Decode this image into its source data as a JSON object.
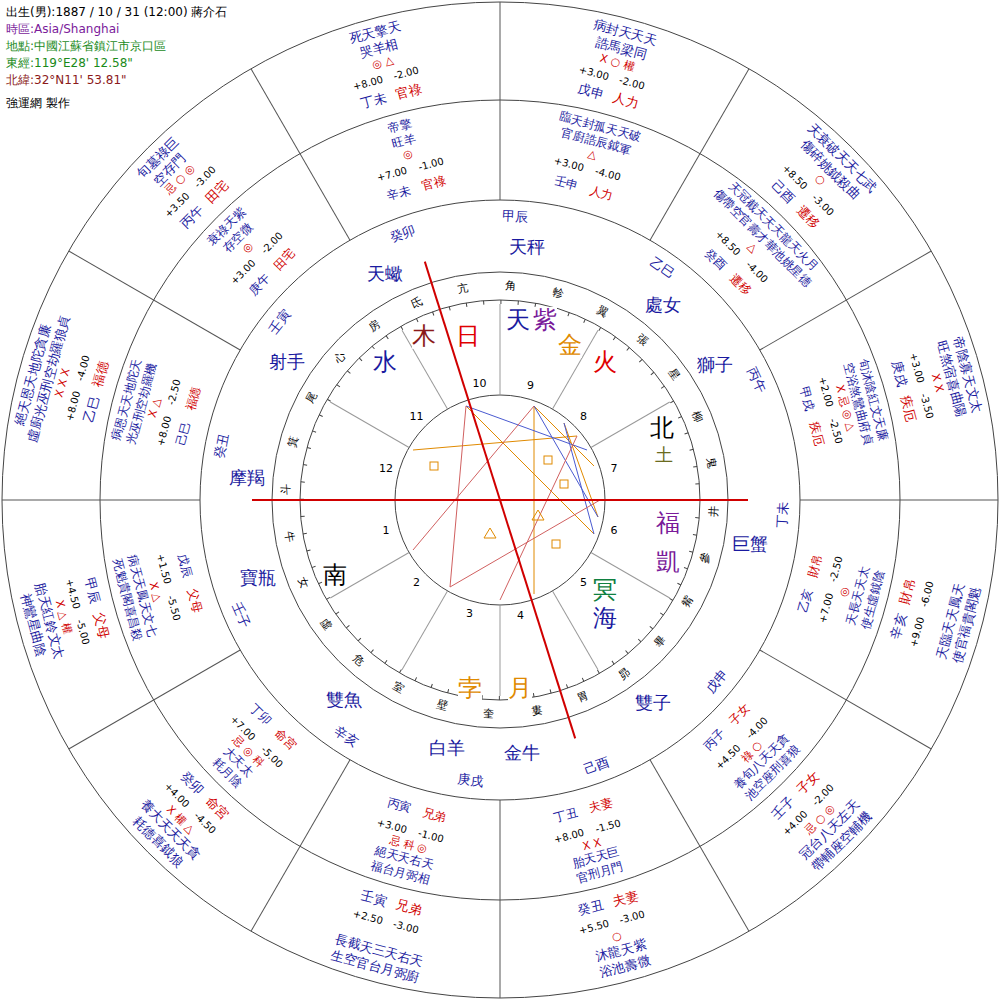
{
  "diagram": {
    "labels": [
      "出生(男):1887 / 10 / 31 (12:00) 蔣介石",
      "時區:Asia/Shanghai",
      "地點:中國江蘇省鎮江市京口區",
      "東經:119°E28' 12.58\"",
      "北緯:32°N11' 53.81\"",
      "強運網 製作",
      "死天擎天",
      "哭羊相",
      "◎ △",
      "+8.00",
      "-2.00",
      "丁未",
      "官祿",
      "病封天天天",
      "誥馬梁同",
      "X ○ 權",
      "+3.00",
      "-2.00",
      "戊申",
      "人力",
      "天衰破天天七武",
      "傷碎姚鉞殺曲",
      "○",
      "+8.50",
      "-3.00",
      "己酉",
      "遷移",
      "帝陰寡天文太",
      "旺煞宿喜曲陽",
      "X X",
      "+3.00",
      "-3.50",
      "庚戌",
      "疾厄",
      "天臨天天鳳天",
      "使官福貴閣魁",
      "+9.00",
      "-6.00",
      "辛亥",
      "財帛",
      "冠台八天左天",
      "帶輔座空輔機",
      "忌 ○ ◎",
      "+4.00",
      "-2.00",
      "壬子",
      "子女",
      "沐龍天紫",
      "浴池壽微",
      "○",
      "+5.50",
      "-3.00",
      "癸丑",
      "夫妻",
      "長截天三天右天",
      "生空官台月弼廚",
      "+2.50",
      "-3.00",
      "壬寅",
      "兄弟",
      "養大天天天貪",
      "耗德喜鉞狼",
      "X 權 △",
      "+4.00",
      "-4.50",
      "癸卯",
      "命宮",
      "胎天紅鈴文太",
      "神鸞星曲陰",
      "X △ 權",
      "+4.50",
      "-5.00",
      "甲辰",
      "父母",
      "絕天恩天地陀貪廉",
      "虛廚光巫刑空劫羅狼貞",
      "X X X",
      "+8.00",
      "-4.00",
      "乙巳",
      "福德",
      "旬墓祿巨",
      "空存門",
      "忌 ○ ◎",
      "+3.50",
      "-3.00",
      "丙午",
      "田宅",
      "帝擎",
      "旺羊",
      "◎",
      "+7.00",
      "-1.00",
      "辛未",
      "官祿",
      "臨天封孤天天破",
      "官廚誥辰鉞軍",
      "△",
      "+3.00",
      "-4.00",
      "壬申",
      "人力",
      "天冠截天天天龍天火月",
      "傷帶空官壽才華池姚星德",
      "△",
      "+8.50",
      "-4.00",
      "癸酉",
      "遷移",
      "旬沐陰紅文天廉",
      "空浴煞鸞曲府貞",
      "X 忌 ◎ △",
      "+2.00",
      "-2.50",
      "甲戌",
      "疾厄",
      "天長天天太",
      "使生虛鉞陰",
      "◎",
      "+7.00",
      "-2.50",
      "乙亥",
      "財帛",
      "養旬八天天貪",
      "池空座刑喜狼",
      "祿 ○",
      "+4.50",
      "-4.00",
      "丙子",
      "子女",
      "胎天天巨",
      "官刑月門",
      "X X",
      "+8.00",
      "-1.50",
      "丁丑",
      "夫妻",
      "絕天天右天",
      "福台月弼相",
      "忌 科 ◎",
      "+3.00",
      "-1.00",
      "丙寅",
      "兄弟",
      "大天太",
      "耗月陰",
      "忌 ◎ 科",
      "+7.00",
      "-5.00",
      "丁卯",
      "命宮",
      "病天天鳳天文七",
      "死魁貴閣喜昌殺",
      "X △",
      "+1.50",
      "-5.50",
      "戊辰",
      "父母",
      "病恩天天地陀天",
      "光巫刑空劫羅機",
      "X △",
      "+8.00",
      "-2.50",
      "己巳",
      "福德",
      "衰祿天紫",
      "存空微",
      "◎",
      "+3.00",
      "-2.00",
      "庚午",
      "田宅",
      "天蠍",
      "天秤",
      "處女",
      "獅子",
      "巨蟹",
      "雙子",
      "金牛",
      "白羊",
      "雙魚",
      "寶瓶",
      "摩羯",
      "射手",
      "癸卯",
      "甲辰",
      "乙巳",
      "丙午",
      "丁未",
      "戊申",
      "己酉",
      "庚戌",
      "辛亥",
      "壬子",
      "癸丑",
      "壬寅",
      "亢",
      "角",
      "軫",
      "翼",
      "張",
      "星",
      "柳",
      "鬼",
      "井",
      "參",
      "觜",
      "畢",
      "昴",
      "胃",
      "婁",
      "奎",
      "壁",
      "室",
      "危",
      "虛",
      "女",
      "牛",
      "斗",
      "箕",
      "尾",
      "心",
      "房",
      "氐",
      "木",
      "日",
      "天",
      "紫",
      "金",
      "水",
      "火",
      "北",
      "土",
      "福",
      "凱",
      "南",
      "冥",
      "海",
      "孛",
      "月",
      "1",
      "2",
      "3",
      "4",
      "5",
      "6",
      "7",
      "8",
      "9",
      "10",
      "11",
      "12"
    ]
  }
}
